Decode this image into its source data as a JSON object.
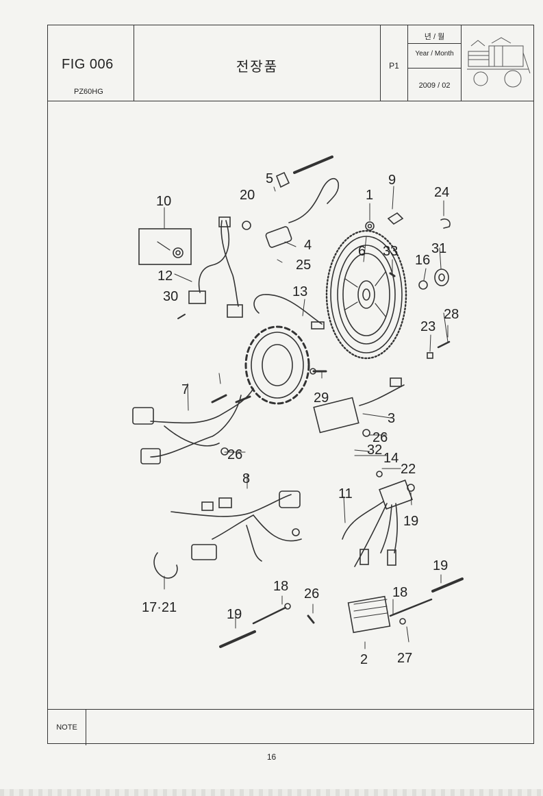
{
  "header": {
    "fig_no": "FIG 006",
    "model": "PZ60HG",
    "title": "전장품",
    "page_id": "P1",
    "date_label_ko": "년 / 월",
    "date_label_en": "Year / Month",
    "date_value": "2009 / 02"
  },
  "callouts": {
    "c1": "1",
    "c2": "2",
    "c3": "3",
    "c4": "4",
    "c5": "5",
    "c6": "6",
    "c7": "7",
    "c8": "8",
    "c9": "9",
    "c10": "10",
    "c11": "11",
    "c12": "12",
    "c13": "13",
    "c14": "14",
    "c16": "16",
    "c17_21": "17·21",
    "c18a": "18",
    "c18b": "18",
    "c19a": "19",
    "c19b": "19",
    "c19c": "19",
    "c20": "20",
    "c22": "22",
    "c23": "23",
    "c24": "24",
    "c25": "25",
    "c26a": "26",
    "c26b": "26",
    "c26c": "26",
    "c27": "27",
    "c28": "28",
    "c29": "29",
    "c30": "30",
    "c31": "31",
    "c32": "32",
    "c33": "33"
  },
  "footer": {
    "note_label": "NOTE",
    "page_number": "16"
  }
}
